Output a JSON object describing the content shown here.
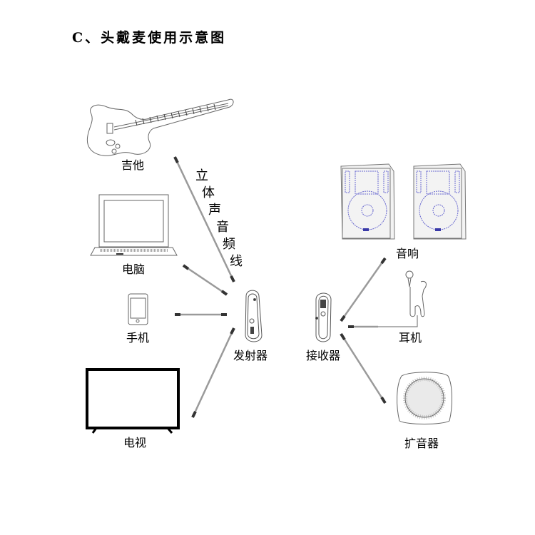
{
  "title": "C、头戴麦使用示意图",
  "cable_label": [
    "立",
    "体",
    "声",
    "音",
    "频",
    "线"
  ],
  "devices": {
    "guitar": "吉他",
    "laptop": "电脑",
    "phone": "手机",
    "tv": "电视",
    "transmitter": "发射器",
    "receiver": "接收器",
    "speakers": "音响",
    "earphones": "耳机",
    "amplifier": "扩音器"
  },
  "colors": {
    "line": "#555555",
    "cable": "#9a9a9a",
    "speaker_accent": "#6a6ad0",
    "speaker_badge": "#3a3aa8"
  }
}
